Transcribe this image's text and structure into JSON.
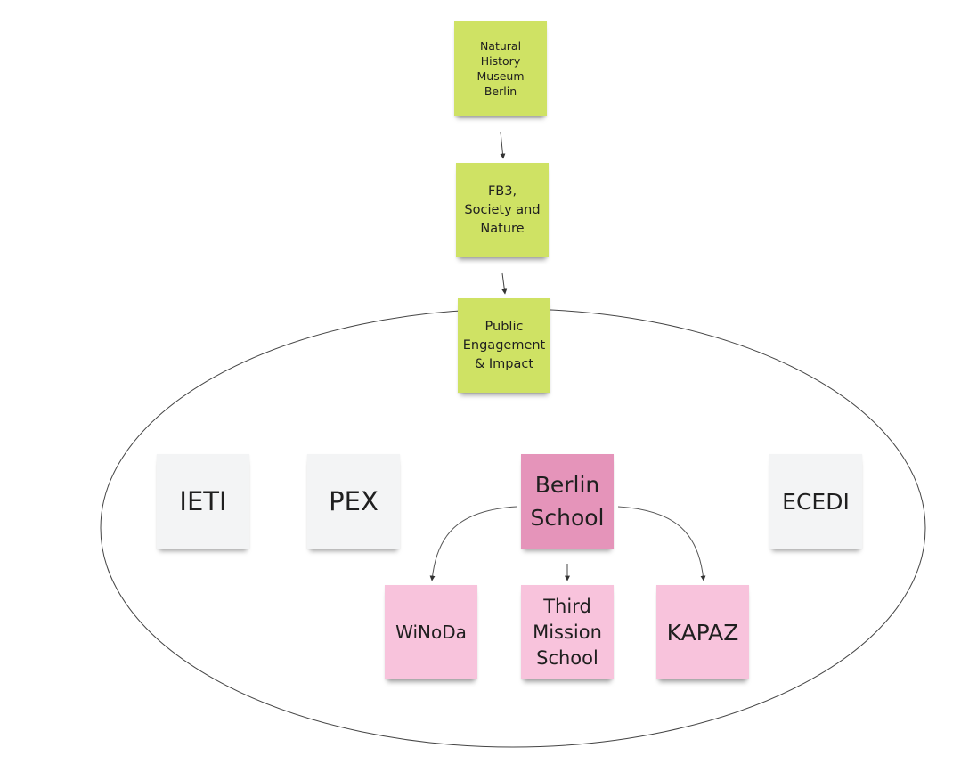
{
  "board": {
    "nodes": {
      "nhm": {
        "label": "Natural\nHistory\nMuseum\nBerlin",
        "color": "#cfe264"
      },
      "fb3": {
        "label": "FB3,\nSociety and\nNature",
        "color": "#cfe264"
      },
      "pei": {
        "label": "Public\nEngagement\n& Impact",
        "color": "#cfe264"
      },
      "ieti": {
        "label": "IETI",
        "color": "#f3f4f5"
      },
      "pex": {
        "label": "PEX",
        "color": "#f3f4f5"
      },
      "berlin_school": {
        "label": "Berlin\nSchool",
        "color": "#e594ba"
      },
      "ecedi": {
        "label": "ECEDI",
        "color": "#f3f4f5"
      },
      "winoda": {
        "label": "WiNoDa",
        "color": "#f8c3dc"
      },
      "third_mission": {
        "label": "Third\nMission\nSchool",
        "color": "#f8c3dc"
      },
      "kapaz": {
        "label": "KAPAZ",
        "color": "#f8c3dc"
      }
    },
    "edges": [
      {
        "from": "Natural History Museum Berlin",
        "to": "FB3, Society and Nature"
      },
      {
        "from": "FB3, Society and Nature",
        "to": "Public Engagement & Impact"
      },
      {
        "from": "Berlin School",
        "to": "WiNoDa"
      },
      {
        "from": "Berlin School",
        "to": "Third Mission School"
      },
      {
        "from": "Berlin School",
        "to": "KAPAZ"
      }
    ]
  }
}
